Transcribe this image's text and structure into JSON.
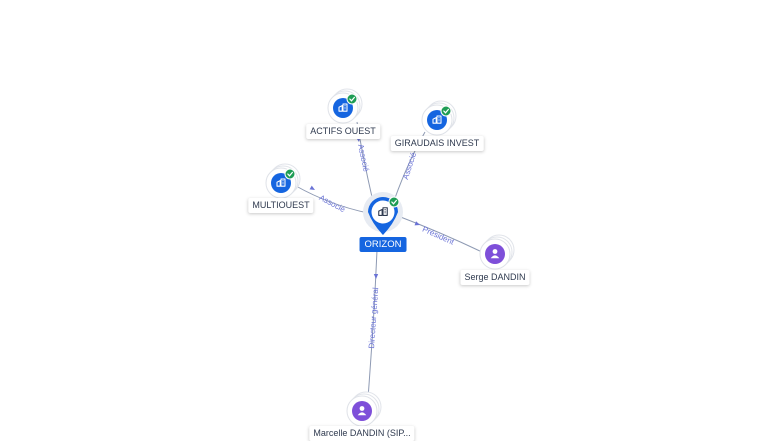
{
  "colors": {
    "company": "#1565e0",
    "person": "#7e4fd9",
    "check": "#1f9d55",
    "edge": "#8e9ab3",
    "edge_label": "#6a73d6"
  },
  "nodes": [
    {
      "id": "orizon",
      "label": "ORIZON",
      "kind": "company",
      "main": true,
      "icon": "building-icon"
    },
    {
      "id": "actifs",
      "label": "ACTIFS OUEST",
      "kind": "company",
      "verified": true,
      "icon": "building-icon"
    },
    {
      "id": "giraudais",
      "label": "GIRAUDAIS INVEST",
      "kind": "company",
      "verified": true,
      "icon": "building-icon"
    },
    {
      "id": "multiouest",
      "label": "MULTIOUEST",
      "kind": "company",
      "verified": true,
      "icon": "building-icon"
    },
    {
      "id": "serge",
      "label": "Serge DANDIN",
      "kind": "person",
      "icon": "person-icon"
    },
    {
      "id": "marcelle",
      "label": "Marcelle DANDIN (SIP...",
      "kind": "person",
      "icon": "person-icon"
    }
  ],
  "edges": [
    {
      "from": "orizon",
      "to": "actifs",
      "label": "Associé"
    },
    {
      "from": "orizon",
      "to": "giraudais",
      "label": "Associé"
    },
    {
      "from": "orizon",
      "to": "multiouest",
      "label": "Associé"
    },
    {
      "from": "orizon",
      "to": "serge",
      "label": "Président"
    },
    {
      "from": "orizon",
      "to": "marcelle",
      "label": "Directeur général"
    }
  ]
}
